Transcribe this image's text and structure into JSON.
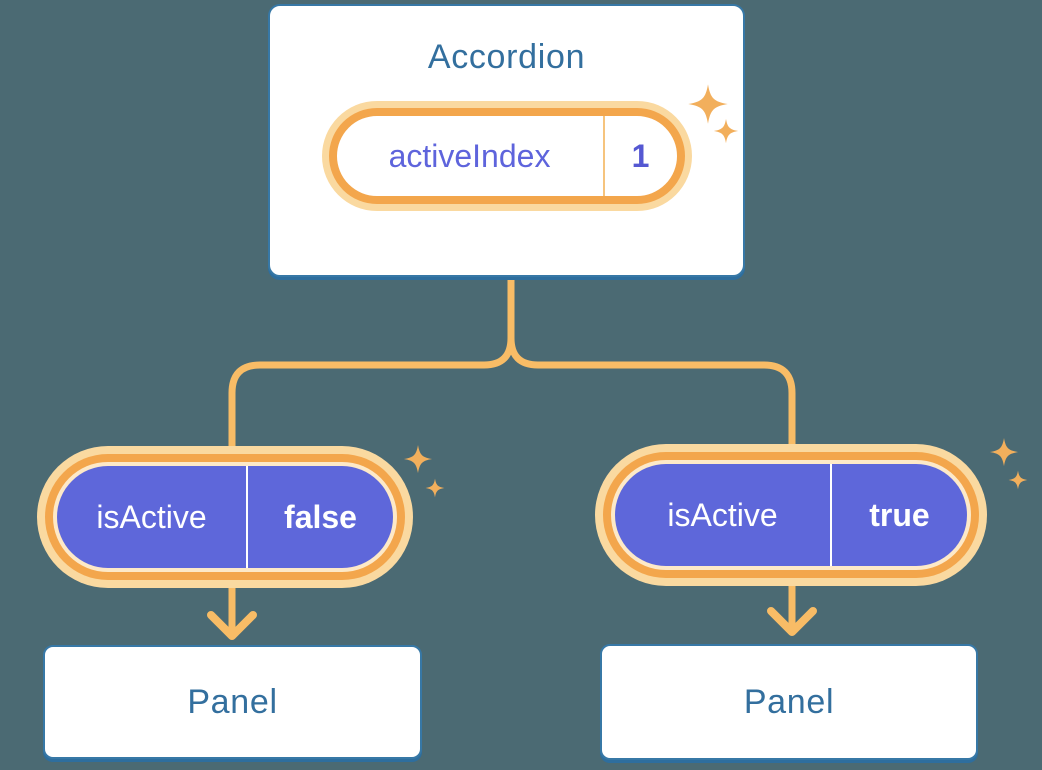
{
  "diagram": {
    "accordion": {
      "title": "Accordion",
      "state": {
        "label": "activeIndex",
        "value": "1"
      }
    },
    "children": [
      {
        "prop": {
          "label": "isActive",
          "value": "false"
        },
        "panel": {
          "title": "Panel"
        }
      },
      {
        "prop": {
          "label": "isActive",
          "value": "true"
        },
        "panel": {
          "title": "Panel"
        }
      }
    ]
  },
  "icons": {
    "sparkle": "sparkle-icon",
    "arrow": "arrow-down"
  },
  "colors": {
    "background": "#4B6A73",
    "card_background": "#FFFFFF",
    "card_border": "#3778A6",
    "card_shadow": "#2E6E9E",
    "heading_text": "#336F9E",
    "pill_purple": "#5E67DA",
    "purple_text": "#5E64DC",
    "orange_ring": "#F3A64C",
    "orange_glow": "#FAD9A0",
    "connector_line": "#F8BC66",
    "sparkle": "#F2AF5C",
    "pill_text_white": "#FFFFFF"
  }
}
